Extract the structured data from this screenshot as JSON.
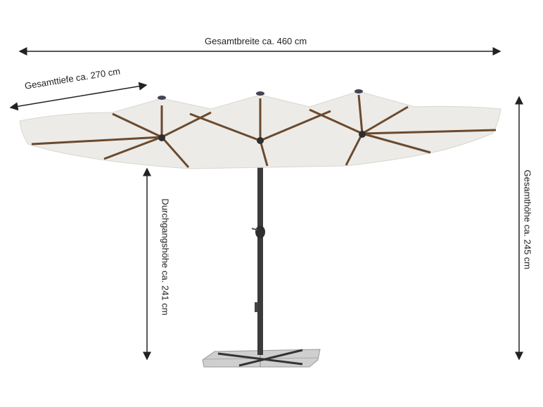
{
  "dimensions": {
    "total_width": "Gesamtbreite ca. 460 cm",
    "total_depth": "Gesamttiefe ca. 270 cm",
    "clearance_height": "Durchgangshöhe ca. 241 cm",
    "total_height": "Gesamthöhe ca. 245 cm"
  },
  "colors": {
    "canopy": "#ecebe7",
    "ribs": "#6b4a2e",
    "pole": "#3b3b3b",
    "base": "#c9c9c9",
    "arrows": "#222222"
  }
}
